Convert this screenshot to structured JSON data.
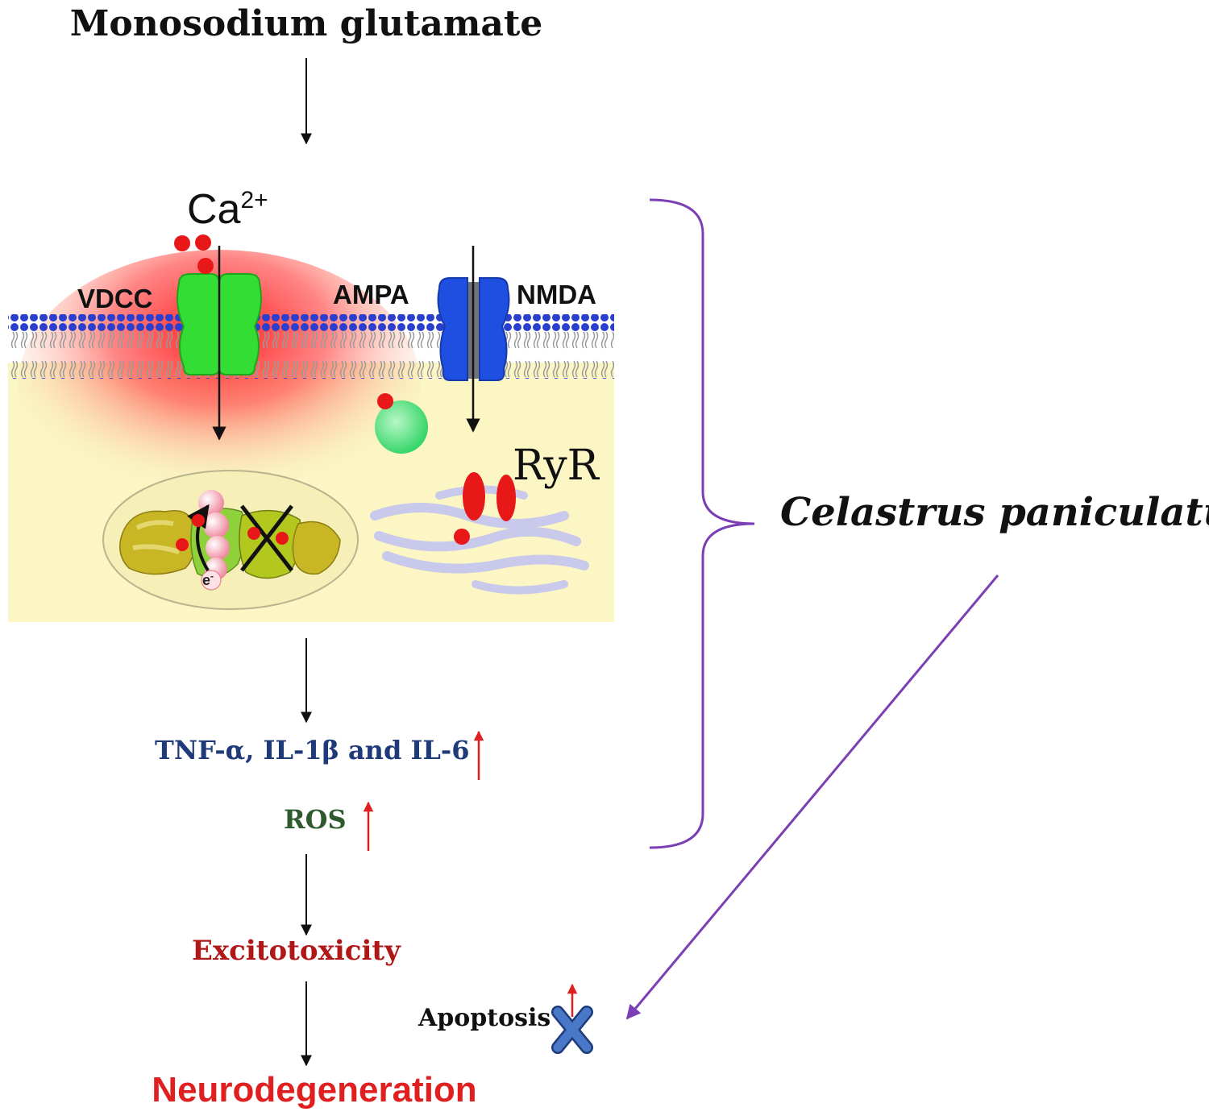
{
  "title": "Monosodium glutamate",
  "ion": {
    "base": "Ca",
    "charge": "2+"
  },
  "channels": {
    "left": "VDCC",
    "middle": "AMPA",
    "right": "NMDA"
  },
  "receptor": "RyR",
  "electron": {
    "base": "e",
    "charge": "-"
  },
  "markers": {
    "cytokines": "TNF-α, IL-1β and IL-6",
    "ros": "ROS"
  },
  "outcomes": {
    "excitotoxicity": "Excitotoxicity",
    "neurodegeneration": "Neurodegeneration",
    "apoptosis": "Apoptosis"
  },
  "intervention": "Celastrus paniculatus",
  "colors": {
    "vdcc": "#33dd33",
    "ampa_nmda": "#1f4fe0",
    "calcium": "#e81818",
    "cytoplasm": "#fbf6c4",
    "bracket": "#7a3fb5",
    "up_arrow": "#e02020",
    "block_x": "#4a78c8"
  },
  "icons": [
    "down-arrow-icon",
    "up-arrow-icon",
    "block-x-icon",
    "mitochondrion-icon",
    "endoplasmic-reticulum-icon",
    "vesicle-icon",
    "curly-bracket-icon"
  ]
}
